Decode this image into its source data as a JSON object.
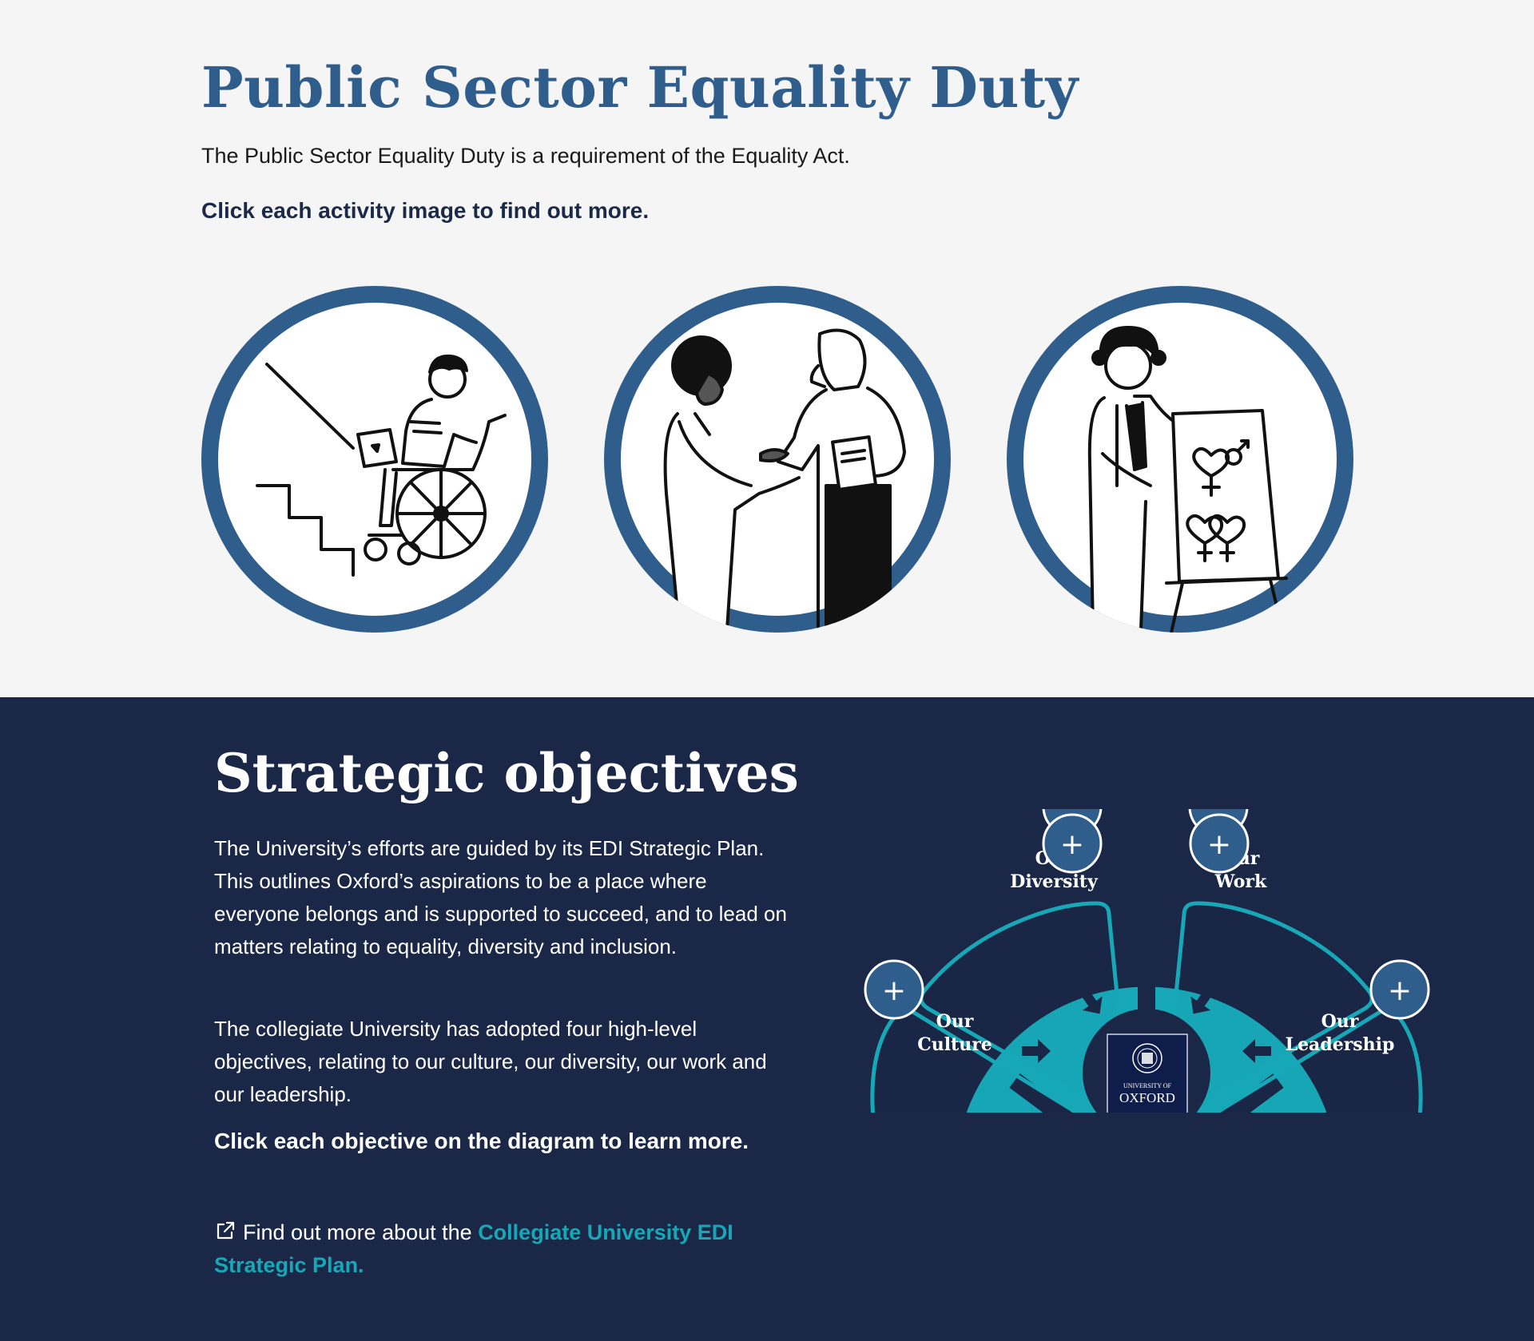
{
  "psed": {
    "title": "Public Sector Equality Duty",
    "intro": "The Public Sector Equality Duty is a requirement of the Equality Act.",
    "cta": "Click each activity image to find out more.",
    "activities": [
      {
        "icon": "wheelchair-user-stairs-illustration"
      },
      {
        "icon": "handshake-illustration"
      },
      {
        "icon": "gender-symbols-presentation-illustration"
      }
    ]
  },
  "strategic": {
    "title": "Strategic objectives",
    "paragraph1": "The University’s efforts are guided by its EDI Strategic Plan. This outlines Oxford’s aspirations to be a place where everyone belongs and is supported to succeed, and to lead on matters relating to equality, diversity and inclusion.",
    "paragraph2": "The collegiate University has adopted four high-level objectives, relating to our culture, our diversity, our work and our leadership.",
    "cta": "Click each objective on the diagram to learn more.",
    "more_prefix": "Find out more about the ",
    "more_link": "Collegiate University EDI Strategic Plan.",
    "objectives": [
      {
        "line1": "Our",
        "line2": "Culture"
      },
      {
        "line1": "Our",
        "line2": "Diversity"
      },
      {
        "line1": "Our",
        "line2": "Work"
      },
      {
        "line1": "Our",
        "line2": "Leadership"
      }
    ],
    "plus_symbol": "+",
    "logo": {
      "line1": "UNIVERSITY OF",
      "line2": "OXFORD"
    }
  },
  "colors": {
    "primary_blue": "#2f5d8c",
    "navy": "#1a2746",
    "teal": "#17a8b8"
  }
}
